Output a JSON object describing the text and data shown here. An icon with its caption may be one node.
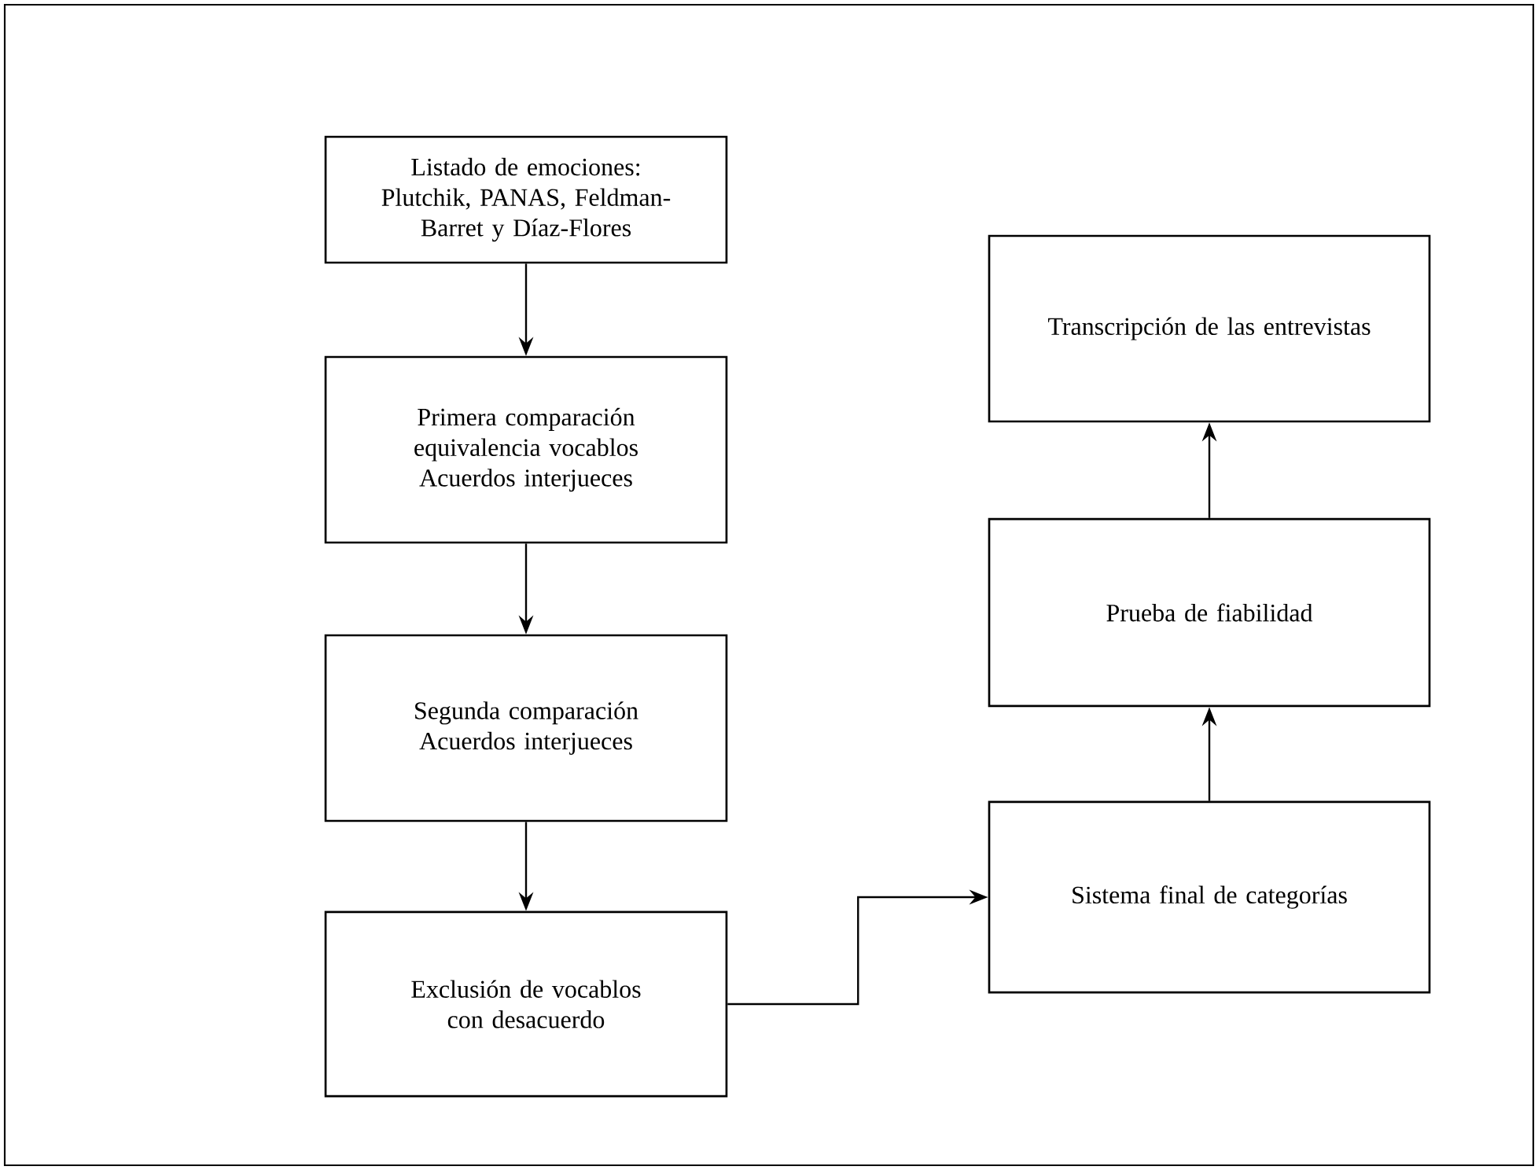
{
  "diagram": {
    "nodes": [
      {
        "text": [
          "Listado de emociones: Plutchik, PANAS, Feldman-Barret y Díaz-Flores"
        ]
      },
      {
        "text": [
          "Primera comparación equivalencia vocablos",
          "Acuerdos interjueces"
        ]
      },
      {
        "text": [
          "Segunda comparación",
          "Acuerdos interjueces"
        ]
      },
      {
        "text": [
          "Exclusión de vocablos con desacuerdo"
        ]
      },
      {
        "text": [
          "Sistema final de categorías"
        ]
      },
      {
        "text": [
          "Prueba de fiabilidad"
        ]
      },
      {
        "text": [
          "Transcripción de las entrevistas"
        ]
      }
    ],
    "edges": [
      {
        "from": 0,
        "to": 1,
        "arrow": "to"
      },
      {
        "from": 1,
        "to": 2,
        "arrow": "to"
      },
      {
        "from": 2,
        "to": 3,
        "arrow": "to"
      },
      {
        "from": 3,
        "to": 4,
        "arrow": "to"
      },
      {
        "from": 4,
        "to": 5,
        "arrow": "to"
      },
      {
        "from": 5,
        "to": 6,
        "arrow": "to"
      }
    ]
  }
}
